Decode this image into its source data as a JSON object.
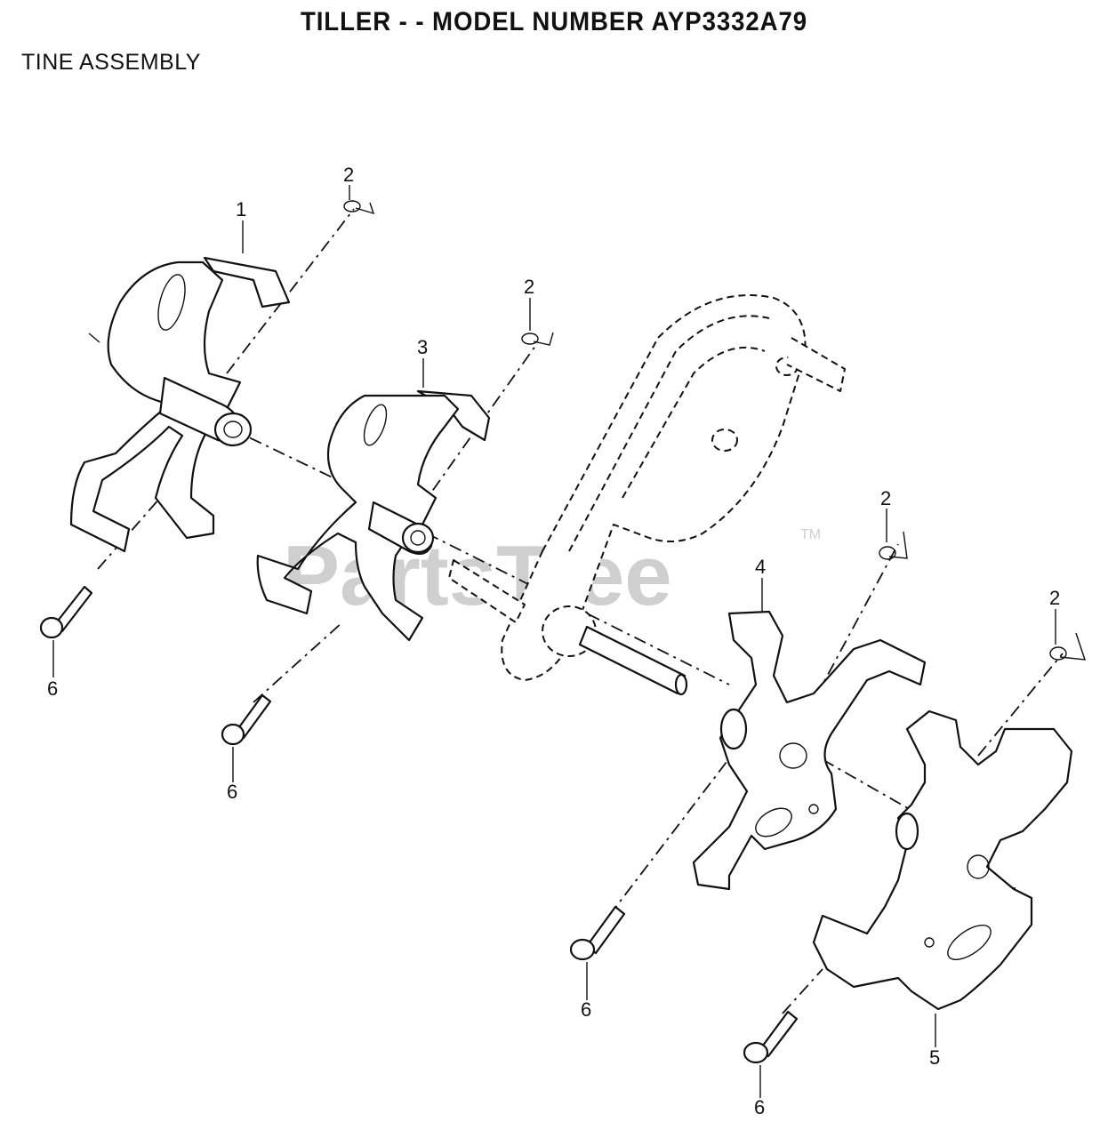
{
  "header": {
    "title": "TILLER - - MODEL NUMBER AYP3332A79",
    "subtitle": "TINE ASSEMBLY"
  },
  "watermark": {
    "text": "PartsTree",
    "mark": "TM"
  },
  "callouts": {
    "c1": "1",
    "c2a": "2",
    "c2b": "2",
    "c2c": "2",
    "c2d": "2",
    "c3": "3",
    "c4": "4",
    "c5": "5",
    "c6a": "6",
    "c6b": "6",
    "c6c": "6",
    "c6d": "6"
  }
}
